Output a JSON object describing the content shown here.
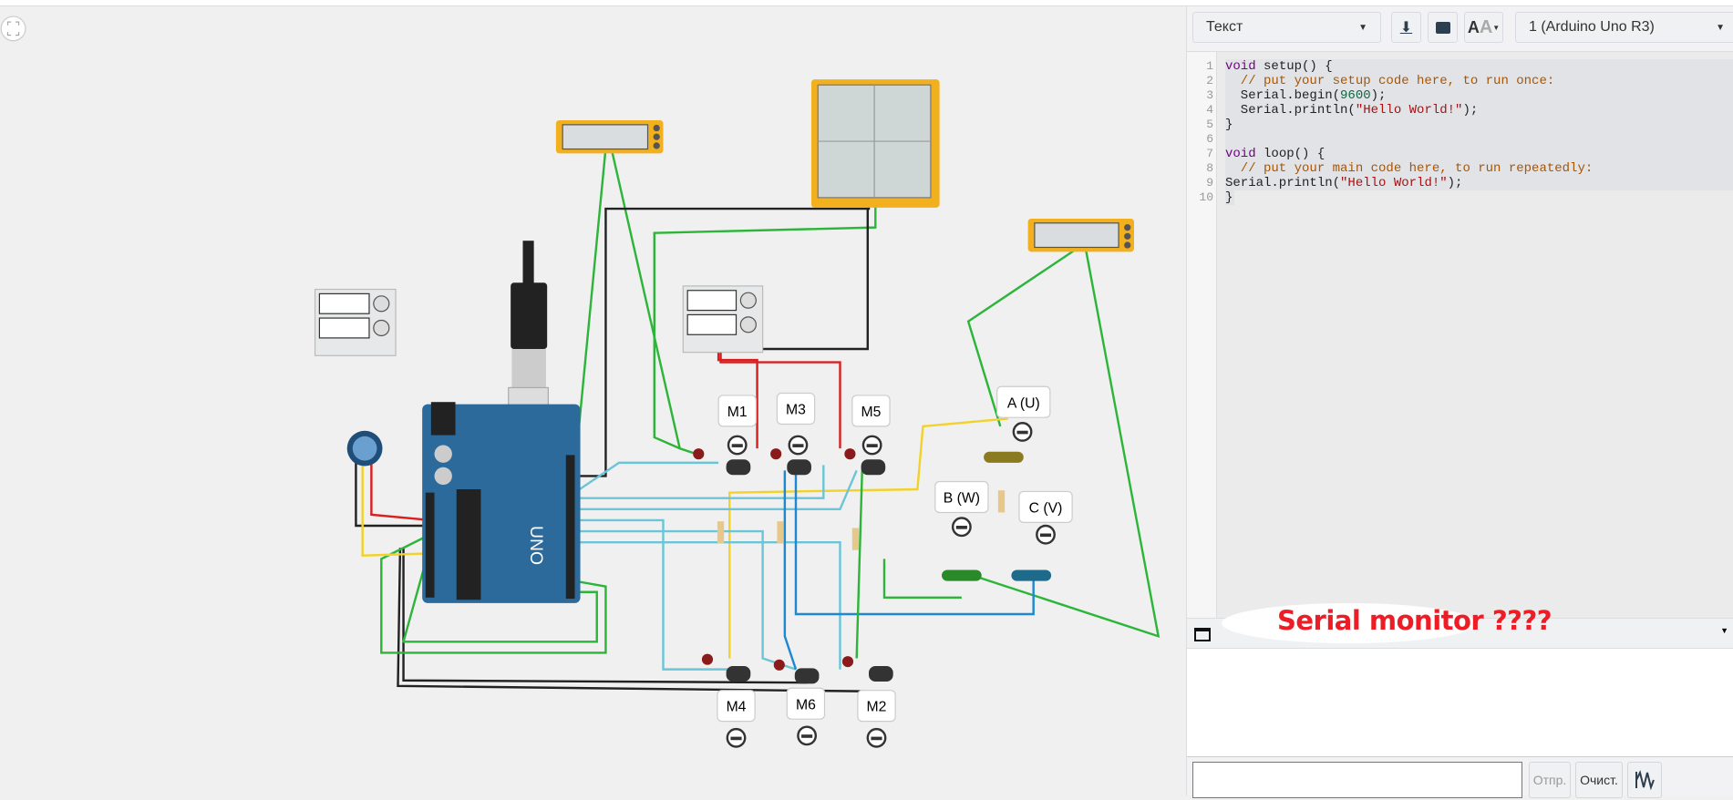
{
  "toolbar": {
    "mode_select": "Текст",
    "board_select": "1 (Arduino Uno R3)"
  },
  "code": {
    "lines": [
      [
        [
          "void",
          "kw"
        ],
        [
          " setup() {",
          ""
        ]
      ],
      [
        [
          "  // put your setup code here, to run once:",
          "cm"
        ]
      ],
      [
        [
          "  Serial.begin(",
          ""
        ],
        [
          "9600",
          "nm"
        ],
        [
          ");",
          ""
        ]
      ],
      [
        [
          "  Serial.println(",
          ""
        ],
        [
          "\"Hello World!\"",
          "st"
        ],
        [
          ");",
          ""
        ]
      ],
      [
        [
          "}",
          ""
        ]
      ],
      [
        [
          "",
          ""
        ]
      ],
      [
        [
          "void",
          "kw"
        ],
        [
          " loop() {",
          ""
        ]
      ],
      [
        [
          "  // put your main code here, to run repeatedly:",
          "cm"
        ]
      ],
      [
        [
          "Serial.println(",
          ""
        ],
        [
          "\"Hello World!\"",
          "st"
        ],
        [
          ");",
          ""
        ]
      ],
      [
        [
          "}",
          ""
        ]
      ]
    ]
  },
  "serial_monitor": {
    "annotation": "Serial monitor ????",
    "input_value": "",
    "send_label": "Отпр.",
    "clear_label": "Очист."
  },
  "circuit": {
    "motor_labels": {
      "m1": "M1",
      "m3": "M3",
      "m5": "M5",
      "m4": "M4",
      "m6": "M6",
      "m2": "M2"
    },
    "phase_labels": {
      "a": "A (U)",
      "b": "B (W)",
      "c": "C (V)"
    },
    "board_text": "UNO",
    "colors": {
      "arduino": "#2b6a9a",
      "instrument": "#f2b01e",
      "wire_green": "#2db53a",
      "wire_red": "#d82020",
      "wire_black": "#222222",
      "wire_cyan": "#6cc5d6",
      "wire_yellow": "#f2d22a",
      "wire_blue": "#1e88d0"
    }
  }
}
